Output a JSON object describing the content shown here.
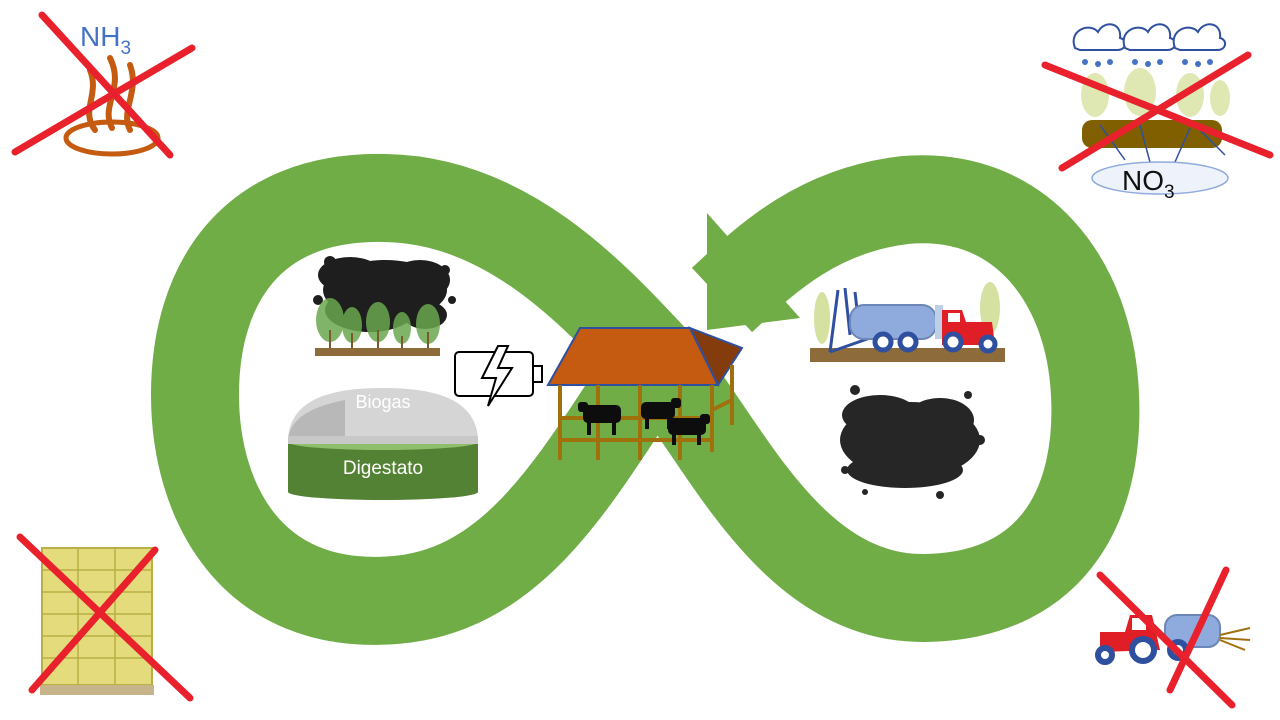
{
  "labels": {
    "biogas": "Biogas",
    "digestate": "Digestato",
    "nh3_main": "NH",
    "nh3_sub": "3",
    "no3_main": "NO",
    "no3_sub": "3"
  },
  "colors": {
    "loop": "#70ad47",
    "cross": "#e8212c",
    "barn_roof": "#c55a11",
    "barn_wood": "#a0700c",
    "digestate": "#548235",
    "biogas_dome": "#d0d0d0",
    "tanker_tank": "#8faadc",
    "tractor_red": "#e01e25",
    "wheel_blue": "#2f4f9f",
    "flame": "#c55a11",
    "bag_yellow": "#d9d26a"
  },
  "icons": [
    "infinity-loop",
    "arrow-head",
    "barn-with-cows",
    "battery-charging-icon",
    "biogas-digester",
    "biochar-with-plants",
    "biochar-pile",
    "tanker-spreader",
    "ammonia-emission-crossed",
    "nitrate-leaching-crossed",
    "fertilizer-bags-crossed",
    "tractor-spreader-crossed"
  ]
}
